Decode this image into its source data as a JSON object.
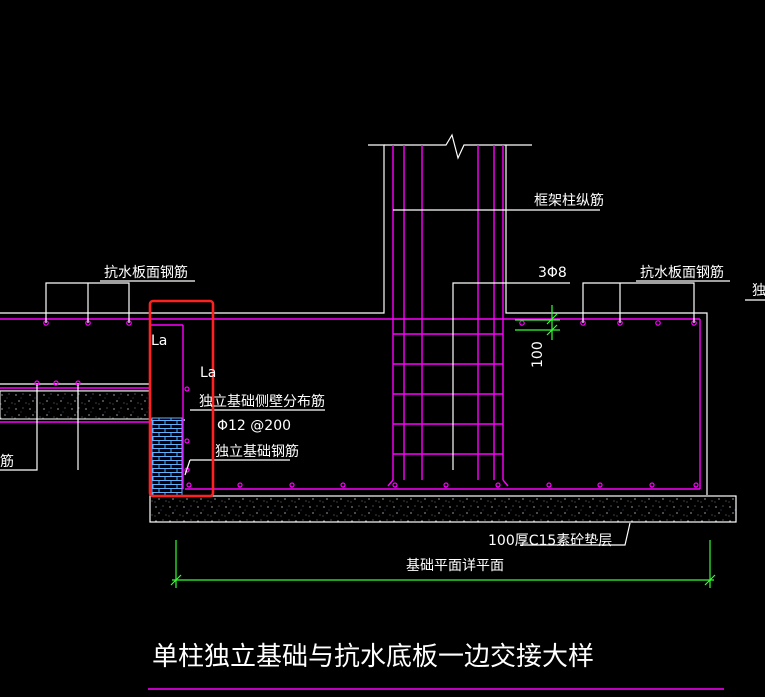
{
  "labels": {
    "slab_top_rebar_left": "抗水板面钢筋",
    "slab_top_rebar_right": "抗水板面钢筋",
    "column_long_rebar": "框架柱纵筋",
    "stirrup": "3Φ8",
    "dim_100": "100",
    "la_1": "La",
    "la_2": "La",
    "side_wall_rebar": "独立基础侧壁分布筋",
    "side_wall_spec": "Φ12 @200",
    "foundation_rebar": "独立基础钢筋",
    "cushion": "100厚C15素砼垫层",
    "plan_ref": "基础平面详平面",
    "right_cut_char": "独",
    "left_cut_char": "筋",
    "title": "单柱独立基础与抗水底板一边交接大样"
  },
  "colors": {
    "background": "#000000",
    "outline": "#ffffff",
    "rebar": "#ff00ff",
    "dimension": "#33ff33",
    "highlight": "#ff2020"
  }
}
